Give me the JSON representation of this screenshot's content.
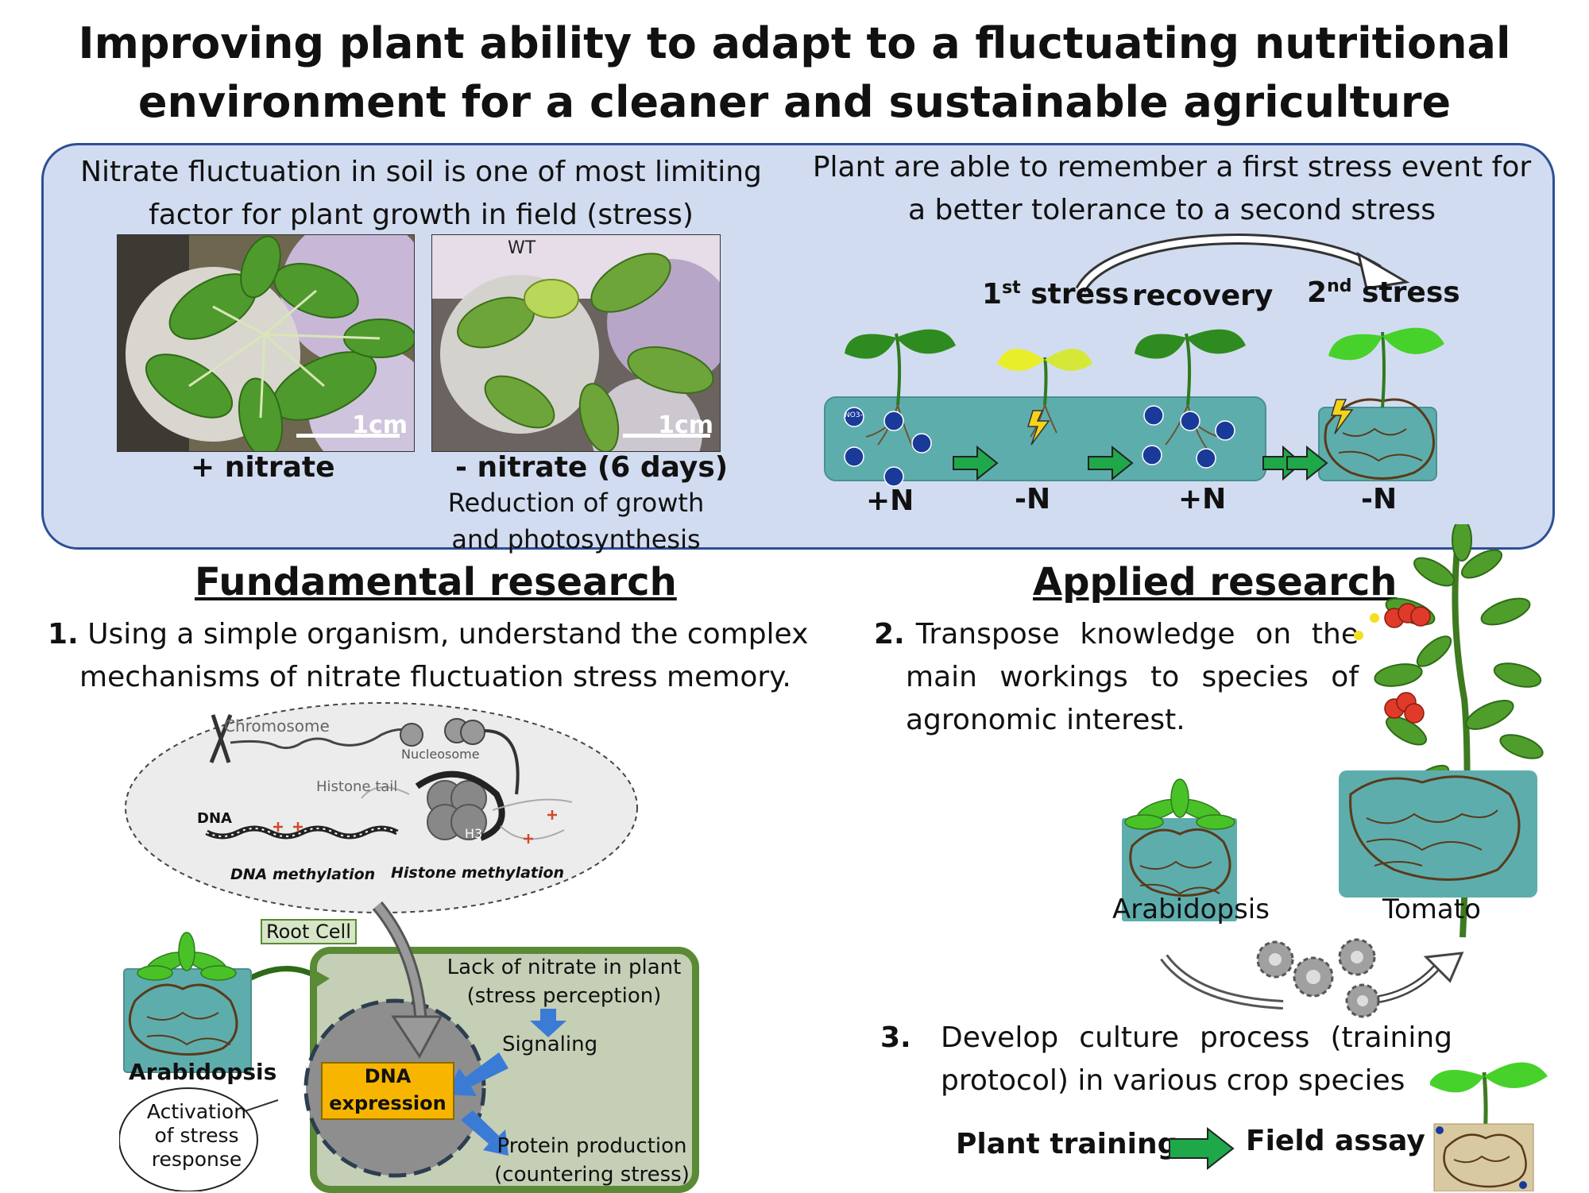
{
  "title": {
    "line1": "Improving plant ability to adapt to a fluctuating nutritional",
    "line2": "environment for a cleaner and sustainable agriculture"
  },
  "top_left": {
    "caption_line1": "Nitrate fluctuation in soil is one of most limiting",
    "caption_line2": "factor for plant growth in field (stress)",
    "photo1_scale": "1cm",
    "photo2_scale": "1cm",
    "photo2_tag": "WT",
    "plus_label": "+ nitrate",
    "minus_label": "- nitrate (6 days)",
    "effect_line1": "Reduction of growth",
    "effect_line2": "and photosynthesis"
  },
  "top_right": {
    "caption_line1": "Plant are able to remember a first stress event for",
    "caption_line2": "a better tolerance to a second stress",
    "stage1_num": "1",
    "stage1_sup": "st",
    "stage1_word": " stress",
    "stage_recovery": "recovery",
    "stage2_num": "2",
    "stage2_sup": "nd",
    "stage2_word": " stress",
    "n_labels": [
      "+N",
      "-N",
      "+N",
      "-N"
    ],
    "ion": "NO3-"
  },
  "fundamental": {
    "heading": "Fundamental research",
    "num": "1.",
    "text_line1": "Using a simple organism, understand the complex",
    "text_line2": "mechanisms of nitrate fluctuation stress memory.",
    "chromosome": "Chromosome",
    "nucleosome": "Nucleosome",
    "histone_tail": "Histone tail",
    "dna": "DNA",
    "h3": "H3",
    "dna_methylation": "DNA methylation",
    "histone_methylation": "Histone methylation",
    "root_cell": "Root Cell",
    "arabidopsis": "Arabidopsis",
    "activation_line1": "Activation",
    "activation_line2": "of stress",
    "activation_line3": "response",
    "lack_line1": "Lack of nitrate in plant",
    "lack_line2": "(stress perception)",
    "signaling": "Signaling",
    "dna_expr_line1": "DNA",
    "dna_expr_line2": "expression",
    "protein_line1": "Protein production",
    "protein_line2": "(countering stress)"
  },
  "applied": {
    "heading": "Applied research",
    "num2": "2.",
    "text2_line1": "Transpose knowledge on the",
    "text2_line2": "main workings to species of",
    "text2_line3": "agronomic interest.",
    "arabidopsis": "Arabidopsis",
    "tomato": "Tomato",
    "num3": "3.",
    "text3_line1": "Develop culture process (training",
    "text3_line2": "protocol) in various crop species",
    "plant_training": "Plant training",
    "field_assay": "Field assay"
  },
  "colors": {
    "panel_bg": "#d2dcf0",
    "panel_border": "#2f4f96",
    "soil": "#5eadad",
    "arrow_green": "#1fa84a",
    "cell_border": "#5a8a35",
    "cell_bg": "#c5cfb6",
    "dna_box": "#f7b500",
    "blue_arrow": "#3a7bd5"
  }
}
